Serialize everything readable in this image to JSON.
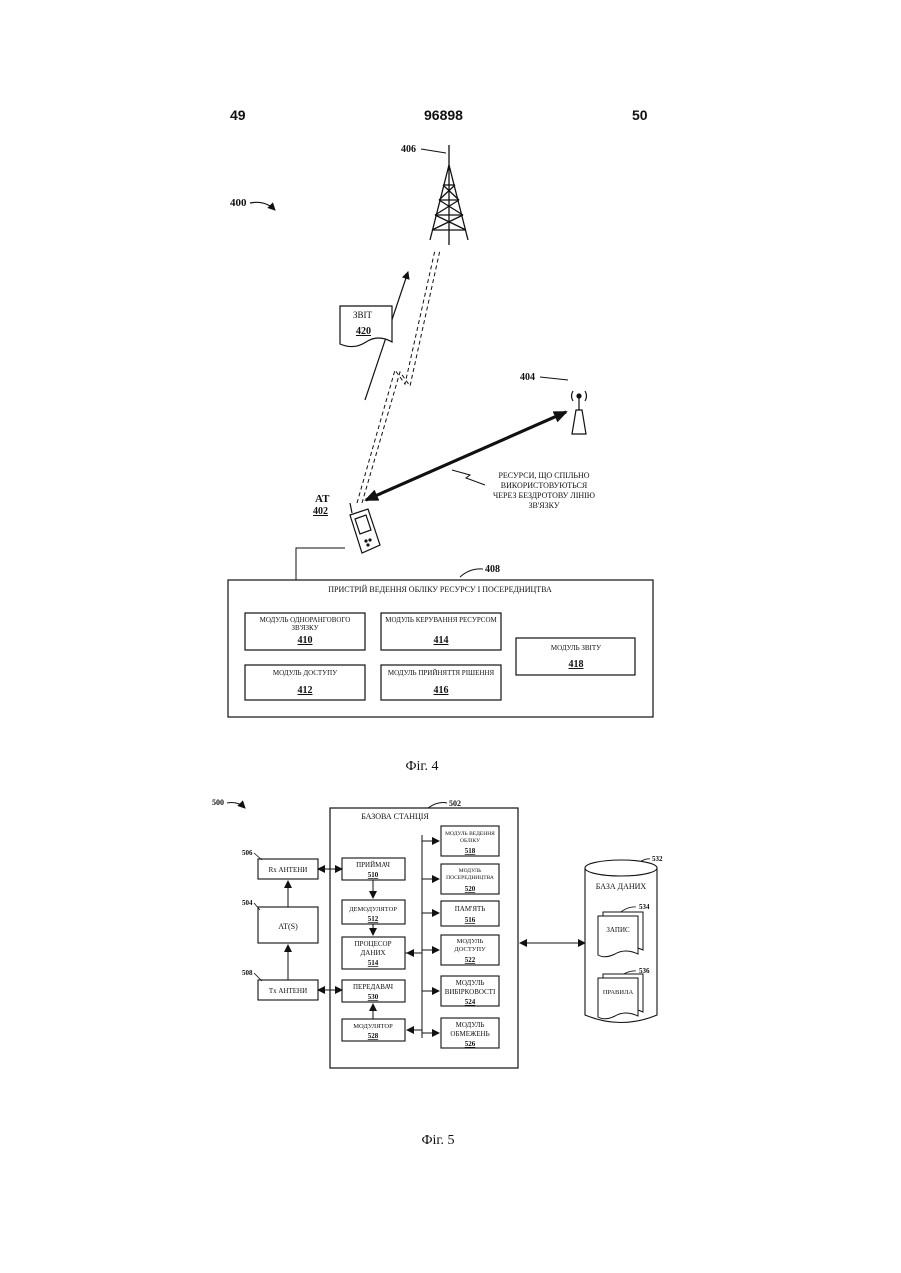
{
  "header": {
    "page_left": "49",
    "patent_number": "96898",
    "page_right": "50"
  },
  "fig4": {
    "ref_system": "400",
    "ref_tower": "406",
    "ref_ap": "404",
    "report_label": "ЗВІТ",
    "report_ref": "420",
    "shared_text": [
      "РЕСУРСИ, ЩО СПІЛЬНО",
      "ВИКОРИСТОВУЮТЬСЯ",
      "ЧЕРЕЗ БЕЗДРОТОВУ ЛІНІЮ",
      "ЗВ'ЯЗКУ"
    ],
    "at_label": "AT",
    "at_ref": "402",
    "box_ref": "408",
    "box_title": "ПРИСТРІЙ ВЕДЕННЯ ОБЛІКУ РЕСУРСУ І ПОСЕРЕДНИЦТВА",
    "modules": {
      "m410": {
        "line1": "МОДУЛЬ ОДНОРАНГОВОГО",
        "line2": "ЗВ'ЯЗКУ",
        "ref": "410"
      },
      "m414": {
        "line1": "МОДУЛЬ КЕРУВАННЯ РЕСУРСОМ",
        "ref": "414"
      },
      "m418": {
        "line1": "МОДУЛЬ ЗВІТУ",
        "ref": "418"
      },
      "m412": {
        "line1": "МОДУЛЬ ДОСТУПУ",
        "ref": "412"
      },
      "m416": {
        "line1": "МОДУЛЬ ПРИЙНЯТТЯ РІШЕННЯ",
        "ref": "416"
      }
    },
    "caption": "Фіг. 4"
  },
  "fig5": {
    "ref_system": "500",
    "station_ref": "502",
    "station_title": "БАЗОВА СТАНЦІЯ",
    "rx_ref": "506",
    "rx_label": "Rx АНТЕНИ",
    "at_ref": "504",
    "at_label": "AT(S)",
    "tx_ref": "508",
    "tx_label": "Tx АНТЕНИ",
    "receiver": {
      "label": "ПРИЙМАЧ",
      "ref": "510"
    },
    "demod": {
      "label": "ДЕМОДУЛЯТОР",
      "ref": "512"
    },
    "processor": {
      "line1": "ПРОЦЕСОР",
      "line2": "ДАНИХ",
      "ref": "514"
    },
    "transmitter": {
      "label": "ПЕРЕДАВАЧ",
      "ref": "530"
    },
    "modulator": {
      "label": "МОДУЛЯТОР",
      "ref": "528"
    },
    "accounting": {
      "line1": "МОДУЛЬ ВЕДЕННЯ",
      "line2": "ОБЛІКУ",
      "ref": "518"
    },
    "brokering": {
      "line1": "МОДУЛЬ",
      "line2": "ПОСЕРЕДНИЦТВА",
      "ref": "520"
    },
    "memory": {
      "label": "ПАМ'ЯТЬ",
      "ref": "516"
    },
    "access": {
      "line1": "МОДУЛЬ",
      "line2": "ДОСТУПУ",
      "ref": "522"
    },
    "selectivity": {
      "line1": "МОДУЛЬ",
      "line2": "ВИБІРКОВОСТІ",
      "ref": "524"
    },
    "limits": {
      "line1": "МОДУЛЬ",
      "line2": "ОБМЕЖЕНЬ",
      "ref": "526"
    },
    "db_ref": "532",
    "db_label": "БАЗА ДАНИХ",
    "record_ref": "534",
    "record_label": "ЗАПИС",
    "rules_ref": "536",
    "rules_label": "ПРАВИЛА",
    "caption": "Фіг. 5"
  }
}
